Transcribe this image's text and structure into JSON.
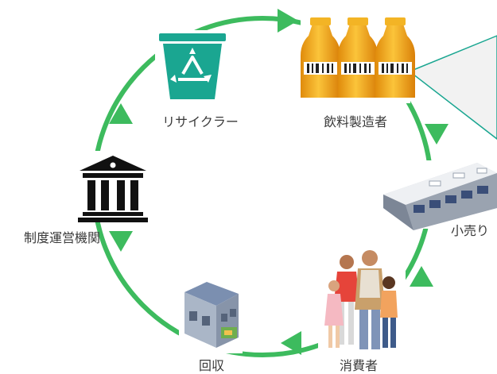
{
  "nodes": {
    "recycler": {
      "label": "リサイクラー",
      "icon": "recycle-bin-icon"
    },
    "manufacturer": {
      "label": "飲料製造者",
      "icon": "juice-bottles-icon"
    },
    "retailer": {
      "label": "小売り",
      "icon": "store-building-icon"
    },
    "consumer": {
      "label": "消費者",
      "icon": "family-icon"
    },
    "collection": {
      "label": "回収",
      "icon": "collection-depot-icon"
    },
    "operator": {
      "label": "制度運営機関",
      "icon": "institution-building-icon"
    }
  },
  "colors": {
    "cycle_arrow": "#3dbb5e",
    "recycle_bin": "#1aa691",
    "bottle": "#f2a51c",
    "callout": "#1aa691"
  }
}
